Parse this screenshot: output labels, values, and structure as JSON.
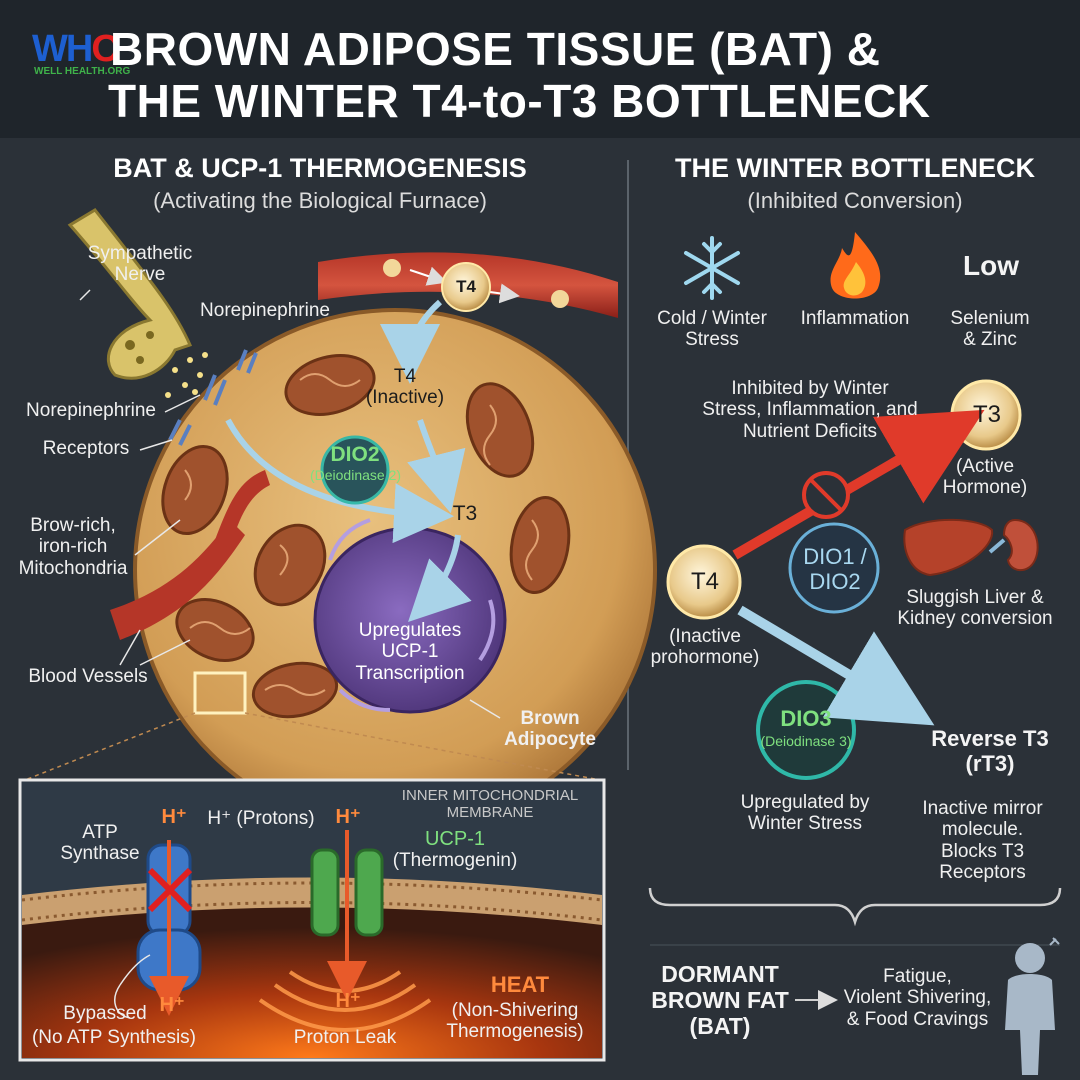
{
  "logo": {
    "letters": "WHO",
    "tagline": "WELL HEALTH.ORG",
    "colors": {
      "blue": "#1d5fd1",
      "red": "#e02020"
    }
  },
  "title": {
    "line1": "BROWN ADIPOSE TISSUE (BAT) &",
    "line2": "THE WINTER T4-to-T3 BOTTLENECK"
  },
  "left": {
    "heading": "BAT & UCP-1 THERMOGENESIS",
    "subheading": "(Activating the Biological Furnace)",
    "labels": {
      "sympathetic_nerve": "Sympathetic\nNerve",
      "norepinephrine": "Norepinephrine",
      "norepinephrine_receptors_1": "Norepinephrine",
      "norepinephrine_receptors_2": "Receptors",
      "mitochondria": "Brow-rich,\niron-rich\nMitochondria",
      "blood_vessels": "Blood Vessels",
      "t4_vessel": "T4",
      "t4_inactive": "T4\n(Inactive)",
      "dio2": "DIO2",
      "dio2_sub": "(Deiodinase 2)",
      "t3": "T3",
      "upregulates": "Upregulates\nUCP-1\nTranscription",
      "brown_adipocyte": "Brown\nAdipocyte"
    },
    "inset": {
      "membrane_label": "INNER MITOCHONDRIAL\nMEMBRANE",
      "atp_synthase": "ATP\nSynthase",
      "h_plus_1": "H⁺",
      "h_plus_protons": "H⁺ (Protons)",
      "h_plus_2": "H⁺",
      "ucp1": "UCP-1",
      "thermogenin": "(Thermogenin)",
      "bypassed": "Bypassed",
      "bypassed_h": "H⁺",
      "no_atp": "(No ATP Synthesis)",
      "h_plus_bottom": "H⁺",
      "proton_leak": "Proton Leak",
      "heat": "HEAT",
      "non_shivering": "(Non-Shivering\nThermogenesis)"
    }
  },
  "right": {
    "heading": "THE WINTER BOTTLENECK",
    "subheading": "(Inhibited Conversion)",
    "factors": [
      {
        "icon": "snowflake-icon",
        "label": "Cold / Winter\nStress"
      },
      {
        "icon": "flame-icon",
        "label": "Inflammation"
      },
      {
        "icon": "low-text",
        "top": "Low",
        "label": "Selenium\n& Zinc"
      }
    ],
    "inhibited_text": "Inhibited by Winter\nStress, Inflammation, and\nNutrient Deficits",
    "t3": "T3",
    "t3_label": "(Active\nHormone)",
    "t4": "T4",
    "t4_label": "(Inactive\nprohormone)",
    "dio1": "DIO1 /\nDIO2",
    "liver_kidney": "Sluggish Liver &\nKidney conversion",
    "dio3": "DIO3",
    "dio3_sub": "(Deiodinase 3)",
    "dio3_label": "Upregulated by\nWinter Stress",
    "rt3": "Reverse T3\n(rT3)",
    "rt3_label": "Inactive mirror\nmolecule.\nBlocks T3\nReceptors",
    "dormant": "DORMANT\nBROWN FAT\n(BAT)",
    "symptoms": "Fatigue,\nViolent Shivering,\n& Food Cravings"
  },
  "colors": {
    "background": "#2b3138",
    "header": "#1f252b",
    "cell": "#d9a75e",
    "mito": "#a0522d",
    "nucleus": "#6a4a9a",
    "red_arrow": "#e03a2a",
    "blue_arrow": "#a9d3e8",
    "green_text": "#7fe07f",
    "heat": "#ff8a3d"
  }
}
